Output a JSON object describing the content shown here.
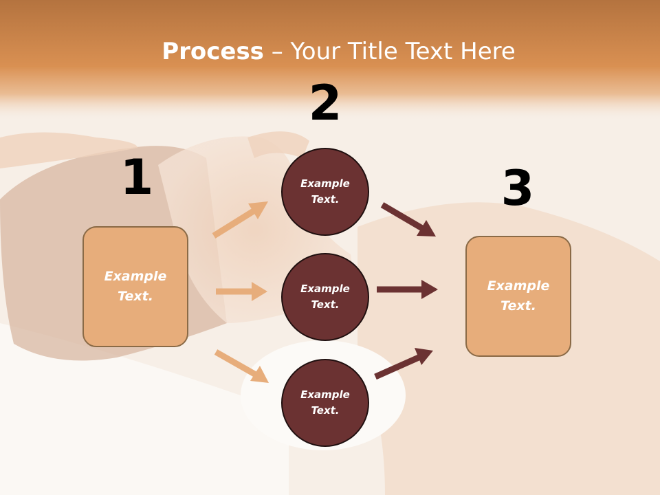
{
  "title": {
    "bold": "Process",
    "rest": " – Your Title Text Here"
  },
  "steps": {
    "n1": "1",
    "n2": "2",
    "n3": "3"
  },
  "box_left": "Example Text.",
  "box_right": "Example Text.",
  "circles": [
    "Example Text.",
    "Example Text.",
    "Example Text."
  ],
  "colors": {
    "header": "#d58e52",
    "box_fill": "#e7ad7b",
    "circle_fill": "#6b3232",
    "arrow_light": "#e7ad7b",
    "arrow_dark": "#6b3232"
  }
}
